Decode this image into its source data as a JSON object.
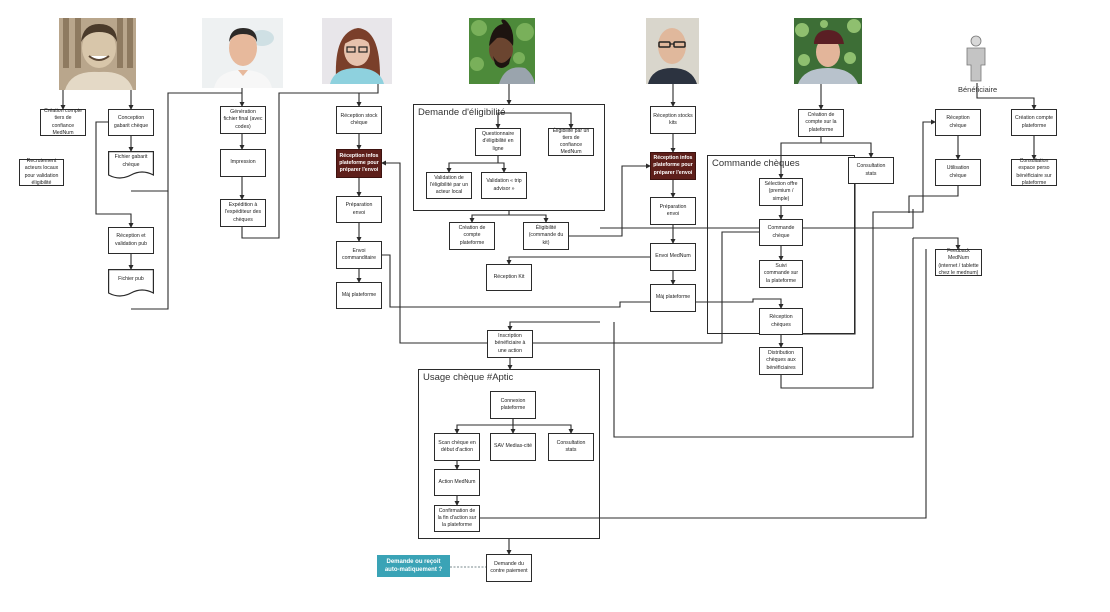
{
  "diagram": {
    "colors": {
      "line": "#2b2b2b",
      "dark_box": "#5e1f1a",
      "teal_note": "#3aa3b6",
      "actor_figure": "#bfbfbf"
    },
    "actors": [
      {
        "id": "actor-1",
        "icon": "person-photo-curly-hair"
      },
      {
        "id": "actor-2",
        "icon": "person-photo-short-hair"
      },
      {
        "id": "actor-3",
        "icon": "person-photo-glasses-woman"
      },
      {
        "id": "actor-4",
        "icon": "person-photo-dreadlocks"
      },
      {
        "id": "actor-5",
        "icon": "person-photo-bald-glasses"
      },
      {
        "id": "actor-6",
        "icon": "person-photo-cap"
      },
      {
        "id": "actor-7",
        "icon": "generic-person-icon",
        "label": "Bénéficiaire"
      }
    ],
    "groups": {
      "eligibility": "Demande d'éligibilité",
      "order": "Commande chèques",
      "usage": "Usage chèque #Aptic"
    },
    "nodes": {
      "creation_compte_tiers": "Création compte tiers de confiance MedNum",
      "recrutement": "Recrutement acteurs locaux pour validation éligibilité",
      "conception_gabarit": "Conception gabarit chèque",
      "fichier_gabarit": "Fichier gabarit chèque",
      "reception_validation_pub": "Réception et validation pub",
      "fichier_pub": "Fichier pub",
      "generation_fichier": "Génération fichier final (avec codes)",
      "impression": "Impression",
      "expedition": "Expédition à l'expéditeur des chèques",
      "reception_stock_cheque": "Réception stock chèque",
      "reception_infos_1": "Réception infos plateforme pour préparer l'envoi",
      "preparation_envoi_1": "Préparation envoi",
      "envoi_commanditaire": "Envoi commanditaire",
      "maj_plateforme_1": "Màj plateforme",
      "questionnaire": "Questionnaire d'éligibilité en ligne",
      "eligibilite_tiers": "Éligibilité par un tiers de confiance MedNum",
      "validation_acteur": "Validation de l'éligibilité par un acteur local",
      "validation_trip": "Validation « trip advisor »",
      "creation_compte_plateforme": "Création de compte plateforme",
      "eligibilite_kit": "Éligibilité (commande du kit)",
      "reception_kit": "Réception Kit",
      "reception_stock_kits": "Réception stocks kits",
      "reception_infos_2": "Réception infos plateforme pour préparer l'envoi",
      "preparation_envoi_2": "Préparation envoi",
      "envoi_mednum": "Envoi MedNum",
      "maj_plateforme_2": "Màj plateforme",
      "creation_compte_sur_plateforme": "Création de compte sur la plateforme",
      "selection_offre": "Sélection offre (premium / simple)",
      "commande_cheque": "Commande chèque",
      "suivi_commande": "Suivi commande sur la plateforme",
      "consultation_stats_1": "Consultation stats",
      "reception_cheques": "Réception chèques",
      "distribution": "Distribution chèques aux bénéficiaires",
      "reception_cheque_benef": "Réception chèque",
      "utilisation_cheque": "Utilisation chèque",
      "feedback": "Feedback MedNum (internet / tablette chez le mednum)",
      "creation_compte_benef": "Création compte plateforme",
      "consultation_espace": "Consultation espace perso bénéficiaire sur plateforme",
      "inscription": "Inscription bénéficiaire à une action",
      "connexion": "Connexion plateforme",
      "scan_cheque": "Scan chèque en début d'action",
      "sav": "SAV Medias-cité",
      "consultation_stats_2": "Consultation stats",
      "action_mednum": "Action MedNum",
      "confirmation": "Confirmation de la fin d'action sur la plateforme",
      "demande_paiement": "Demande du contre paiement",
      "note_question": "Demande ou reçoit auto-matiquement ?"
    }
  }
}
